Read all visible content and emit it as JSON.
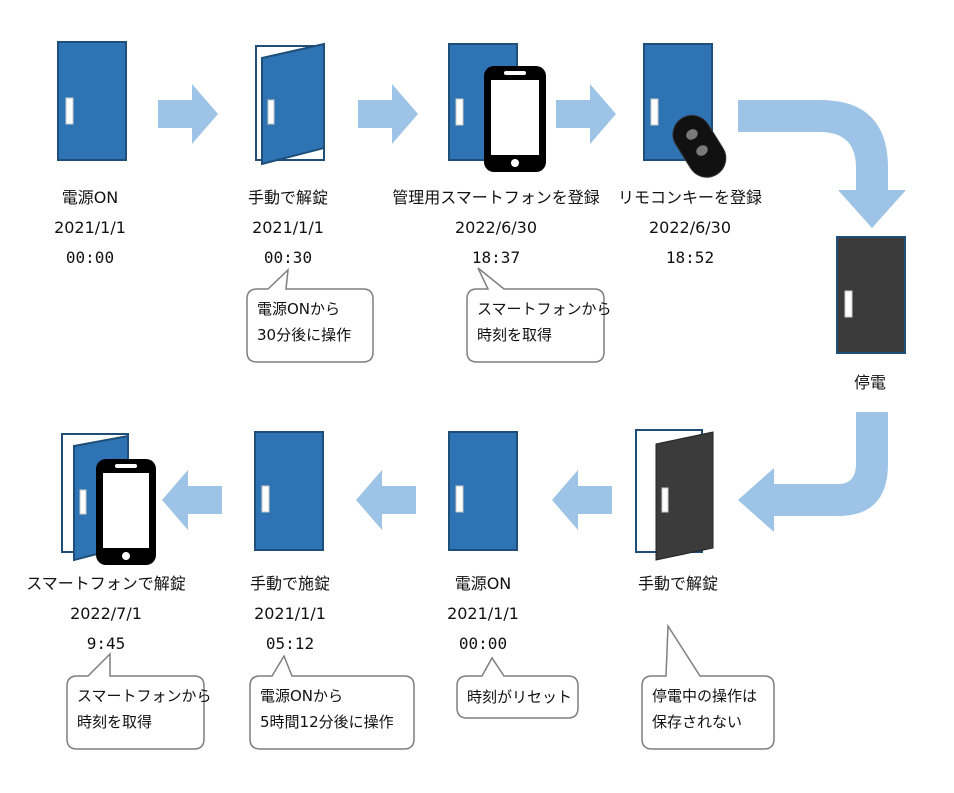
{
  "colors": {
    "door_blue": "#2e74b5",
    "door_dark": "#3b3b3b",
    "arrow": "#9dc3e6",
    "phone": "#000000",
    "bubble_border": "#7f7f7f"
  },
  "steps": [
    {
      "id": "power-on-1",
      "title": "電源ON",
      "date": "2021/1/1",
      "time": "00:00",
      "icon": "closed-door-icon"
    },
    {
      "id": "manual-unlock-1",
      "title": "手動で解錠",
      "date": "2021/1/1",
      "time": "00:30",
      "icon": "open-door-icon",
      "note": [
        "電源ONから",
        "30分後に操作"
      ]
    },
    {
      "id": "register-phone",
      "title": "管理用スマートフォンを登録",
      "date": "2022/6/30",
      "time": "18:37",
      "icon": "smartphone-icon",
      "note": [
        "スマートフォンから",
        "時刻を取得"
      ]
    },
    {
      "id": "register-remote",
      "title": "リモコンキーを登録",
      "date": "2022/6/30",
      "time": "18:52",
      "icon": "remote-key-icon"
    },
    {
      "id": "power-outage",
      "title": "停電",
      "icon": "unpowered-door-icon"
    },
    {
      "id": "manual-unlock-2",
      "title": "手動で解錠",
      "icon": "open-unpowered-door-icon",
      "note": [
        "停電中の操作は",
        "保存されない"
      ]
    },
    {
      "id": "power-on-2",
      "title": "電源ON",
      "date": "2021/1/1",
      "time": "00:00",
      "icon": "closed-door-icon",
      "note": [
        "時刻がリセット"
      ]
    },
    {
      "id": "manual-lock",
      "title": "手動で施錠",
      "date": "2021/1/1",
      "time": "05:12",
      "icon": "closed-door-icon",
      "note": [
        "電源ONから",
        "5時間12分後に操作"
      ]
    },
    {
      "id": "phone-unlock",
      "title": "スマートフォンで解錠",
      "date": "2022/7/1",
      "time": "9:45",
      "icon": "smartphone-open-door-icon",
      "note": [
        "スマートフォンから",
        "時刻を取得"
      ]
    }
  ]
}
